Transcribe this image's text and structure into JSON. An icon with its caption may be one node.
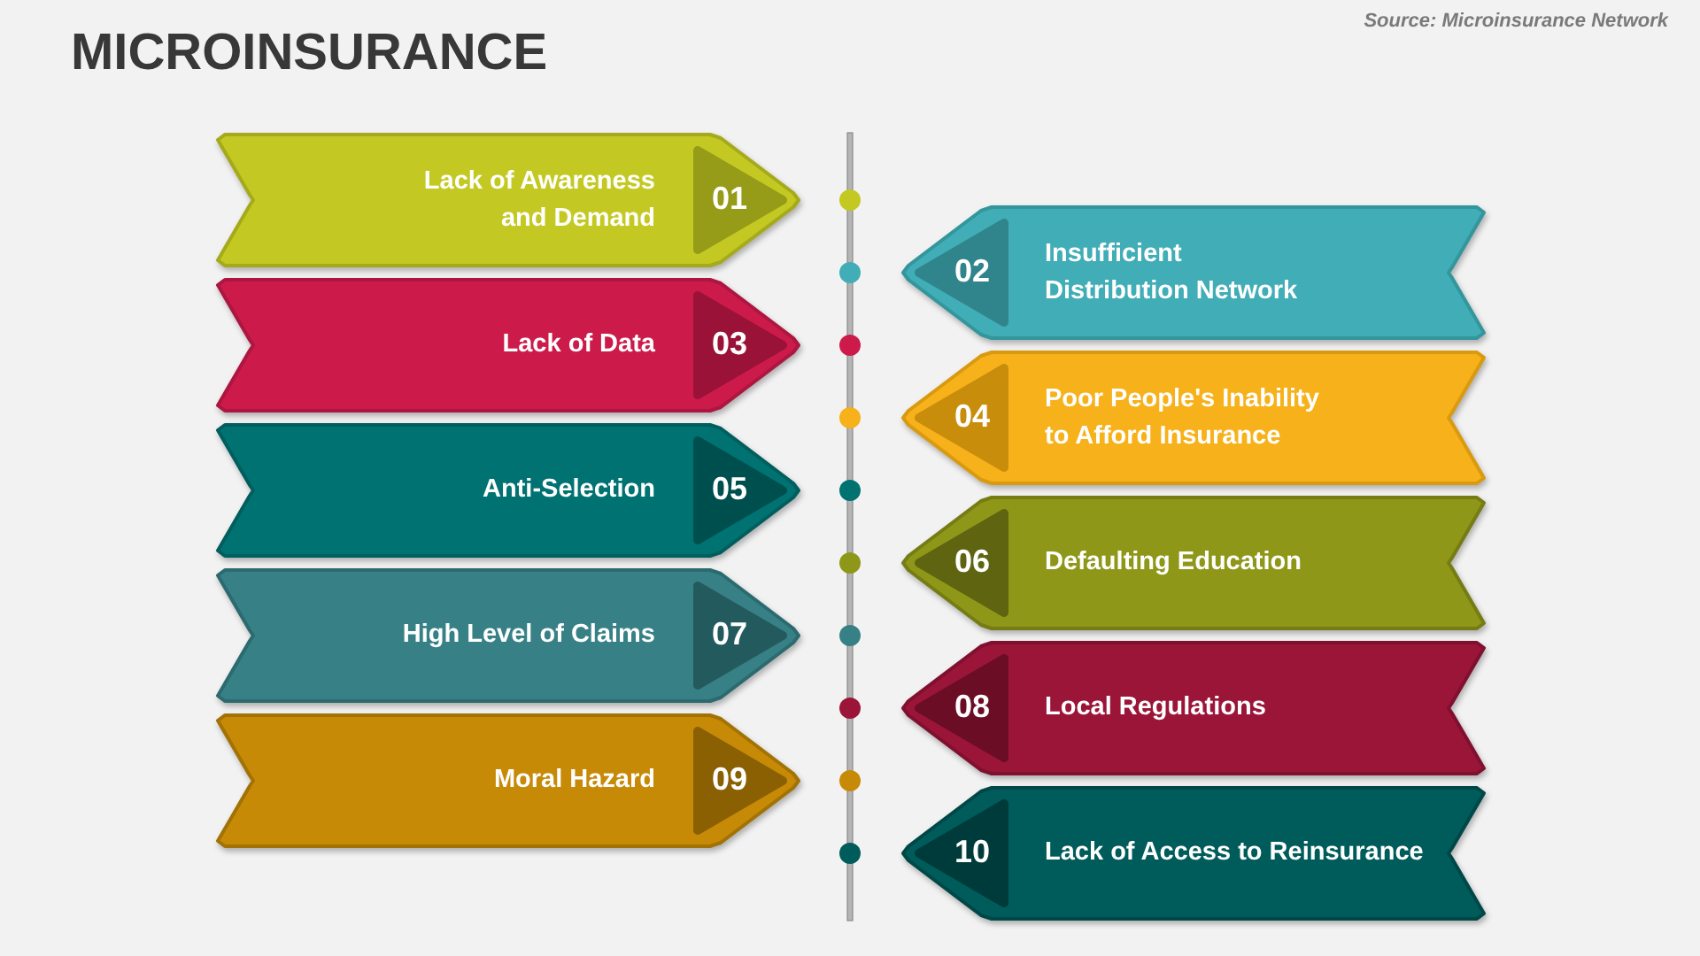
{
  "diagram": {
    "title": "MICROINSURANCE",
    "nodes": [
      {
        "text": [
          "Lack of Awareness and Demand",
          "01"
        ]
      },
      {
        "text": [
          "02",
          "Insufficient Distribution Network"
        ]
      },
      {
        "text": [
          "Lack of Data",
          "03"
        ]
      },
      {
        "text": [
          "04",
          "Poor People's Inability to Afford Insurance"
        ]
      },
      {
        "text": [
          "Anti-Selection",
          "05"
        ]
      },
      {
        "text": [
          "06",
          "Defaulting Education"
        ]
      },
      {
        "text": [
          "High Level of Claims",
          "07"
        ]
      },
      {
        "text": [
          "08",
          "Local Regulations"
        ]
      },
      {
        "text": [
          "Moral Hazard",
          "09"
        ]
      },
      {
        "text": [
          "10",
          "Lack of Access to Reinsurance"
        ]
      }
    ],
    "labels": [
      "Source: Microinsurance Network"
    ]
  }
}
